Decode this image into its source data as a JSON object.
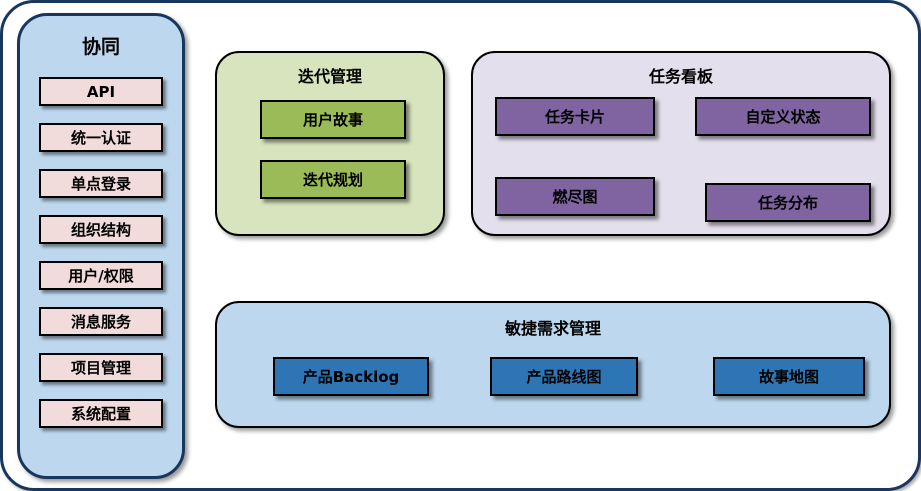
{
  "sidebar": {
    "title": "协同",
    "items": [
      {
        "label": "API"
      },
      {
        "label": "统一认证"
      },
      {
        "label": "单点登录"
      },
      {
        "label": "组织结构"
      },
      {
        "label": "用户/权限"
      },
      {
        "label": "消息服务"
      },
      {
        "label": "项目管理"
      },
      {
        "label": "系统配置"
      }
    ]
  },
  "iteration": {
    "title": "迭代管理",
    "items": [
      {
        "label": "用户故事"
      },
      {
        "label": "迭代规划"
      }
    ]
  },
  "kanban": {
    "title": "任务看板",
    "items": [
      {
        "label": "任务卡片"
      },
      {
        "label": "自定义状态"
      },
      {
        "label": "燃尽图"
      },
      {
        "label": "任务分布"
      }
    ]
  },
  "requirements": {
    "title": "敏捷需求管理",
    "items": [
      {
        "label": "产品Backlog"
      },
      {
        "label": "产品路线图"
      },
      {
        "label": "故事地图"
      }
    ]
  },
  "colors": {
    "outer_border": "#17375e",
    "sidebar_fill": "#bdd7ee",
    "sidebar_item_fill": "#f2dcdb",
    "iteration_panel_fill": "#d7e4bd",
    "iteration_item_fill": "#9bbb59",
    "kanban_panel_fill": "#e4dfec",
    "kanban_item_fill": "#8064a2",
    "requirements_panel_fill": "#bdd7ee",
    "requirements_item_fill": "#2e75b6",
    "box_border": "#000000",
    "text": "#000000"
  }
}
